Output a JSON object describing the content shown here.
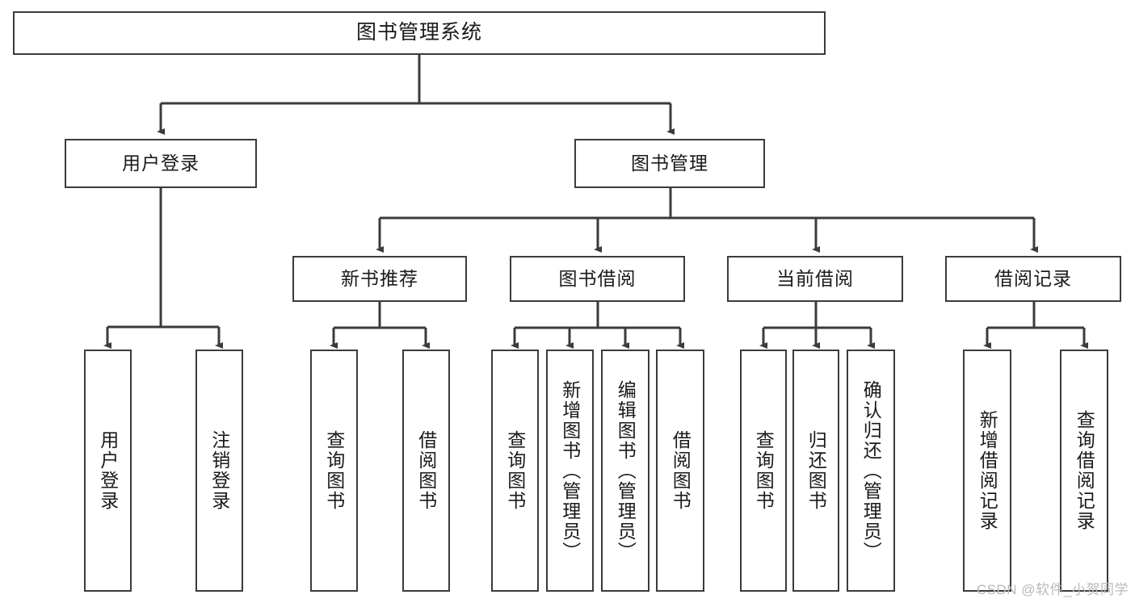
{
  "diagram": {
    "title": "图书管理系统",
    "watermark": "CSDN @软件_小贺同学",
    "style": {
      "border_color": "#3b3b3b",
      "text_color": "#1a1a1a",
      "background": "#ffffff",
      "watermark_color": "#b9b9b9"
    },
    "levels": {
      "root": {
        "label": "图书管理系统"
      },
      "level2": [
        {
          "label": "用户登录"
        },
        {
          "label": "图书管理"
        }
      ],
      "level3": [
        {
          "label": "新书推荐"
        },
        {
          "label": "图书借阅"
        },
        {
          "label": "当前借阅"
        },
        {
          "label": "借阅记录"
        }
      ],
      "leaves": {
        "user_login": [
          {
            "label": "用户登录"
          },
          {
            "label": "注销登录"
          }
        ],
        "new_book_recommend": [
          {
            "label": "查询图书"
          },
          {
            "label": "借阅图书"
          }
        ],
        "book_borrow": [
          {
            "label": "查询图书"
          },
          {
            "label": "新增图书（管理员）"
          },
          {
            "label": "编辑图书（管理员）"
          },
          {
            "label": "借阅图书"
          }
        ],
        "current_borrow": [
          {
            "label": "查询图书"
          },
          {
            "label": "归还图书"
          },
          {
            "label": "确认归还（管理员）"
          }
        ],
        "borrow_record": [
          {
            "label": "新增借阅记录"
          },
          {
            "label": "查询借阅记录"
          }
        ]
      }
    }
  }
}
